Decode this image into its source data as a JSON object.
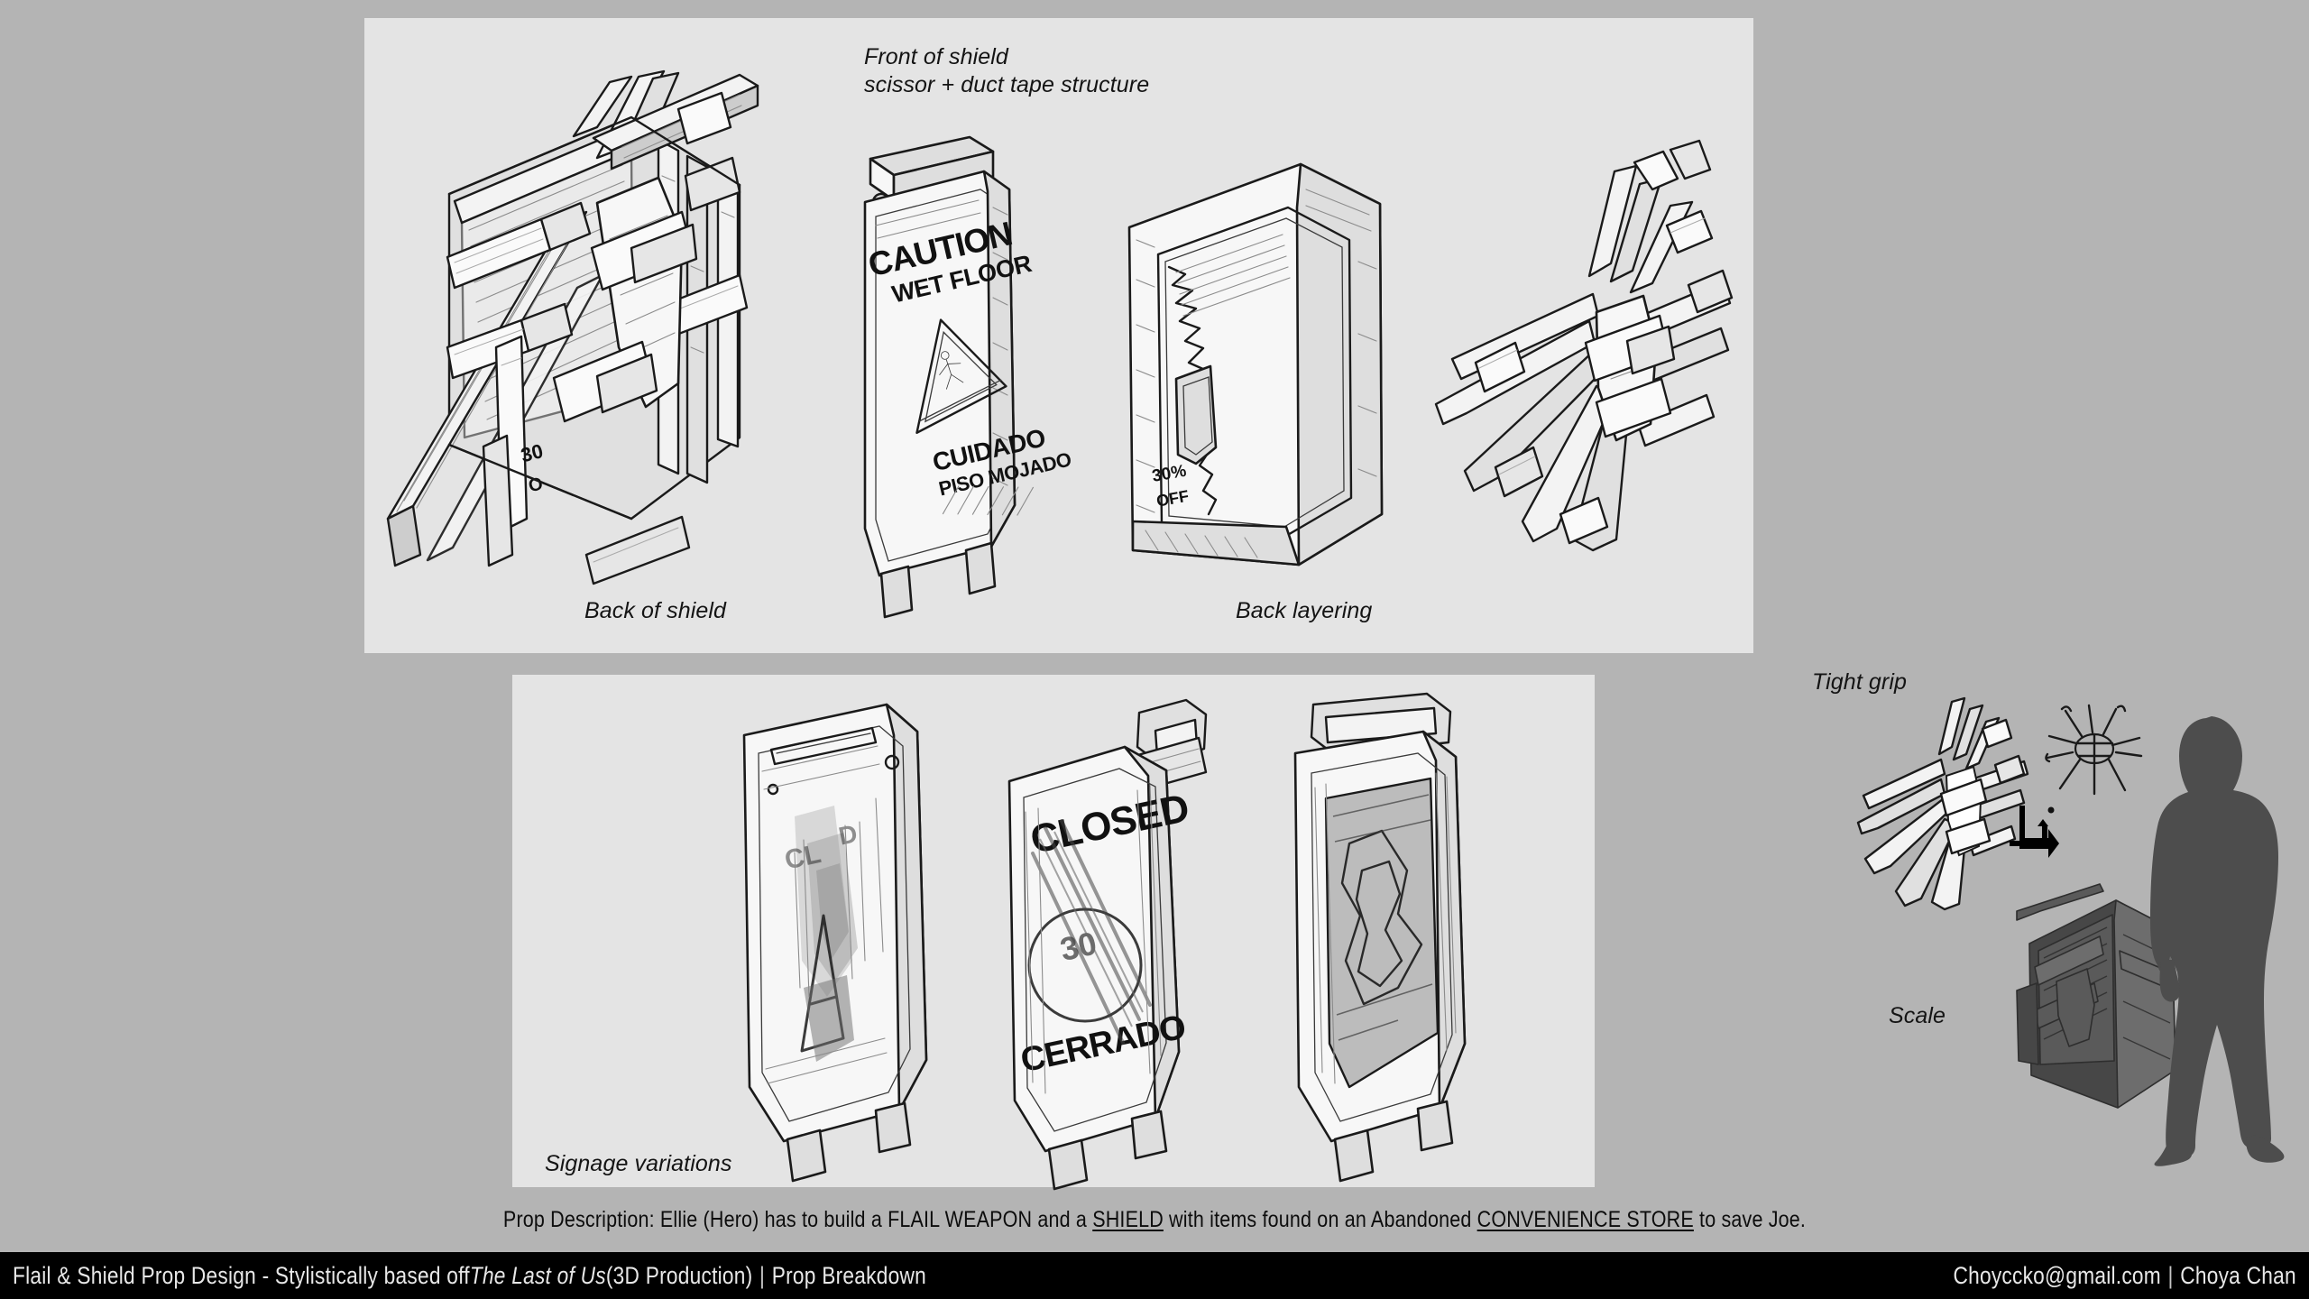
{
  "page": {
    "background_color": "#b4b4b4",
    "panel_color": "#e4e4e4",
    "ink_color": "#1a1a1a"
  },
  "annotations": {
    "front_of_shield_line1": "Front of shield",
    "front_of_shield_line2": "scissor + duct tape structure",
    "back_of_shield": "Back of shield",
    "back_layering": "Back layering",
    "signage_variations": "Signage variations",
    "tight_grip": "Tight grip",
    "scale": "Scale"
  },
  "sign_text": {
    "caution": "CAUTION",
    "wet_floor": "WET FLOOR",
    "cuidado": "CUIDADO",
    "piso_mojado": "PISO MOJADO",
    "closed": "CLOSED",
    "cerrado": "CERRADO",
    "discount": "30%",
    "off": "OFF"
  },
  "description": {
    "prefix": "Prop Description: Ellie (Hero) has to build a FLAIL WEAPON and a ",
    "underlined_1": "SHIELD",
    "middle": " with items found on an Abandoned ",
    "underlined_2": "CONVENIENCE STORE",
    "suffix": " to save Joe."
  },
  "footer": {
    "title_part1": "Flail & Shield Prop Design - Stylistically based off ",
    "title_italic": "The Last of Us",
    "title_part2": " (3D Production)",
    "separator": "|",
    "title_part3": "Prop Breakdown",
    "email": "Choyccko@gmail.com",
    "author": "Choya Chan",
    "bar_color": "#000000",
    "text_color": "#e8e8e8"
  }
}
